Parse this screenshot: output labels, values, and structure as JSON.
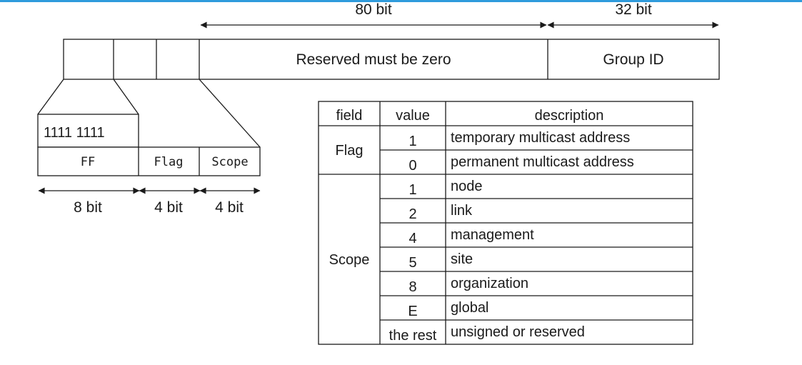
{
  "header_bits": {
    "reserved_width": "80 bit",
    "group_width": "32 bit"
  },
  "address_fields": {
    "reserved": "Reserved must be zero",
    "group_id": "Group ID"
  },
  "prefix": {
    "binary": "1111 1111",
    "ff_label": "FF",
    "flag_label": "Flag",
    "scope_label": "Scope",
    "ff_width": "8 bit",
    "flag_width": "4 bit",
    "scope_width": "4 bit"
  },
  "table": {
    "headers": {
      "field": "field",
      "value": "value",
      "description": "description"
    },
    "groups": [
      {
        "field": "Flag",
        "rows": [
          {
            "value": "1",
            "description": "temporary multicast address"
          },
          {
            "value": "0",
            "description": "permanent multicast address"
          }
        ]
      },
      {
        "field": "Scope",
        "rows": [
          {
            "value": "1",
            "description": "node"
          },
          {
            "value": "2",
            "description": "link"
          },
          {
            "value": "4",
            "description": "management"
          },
          {
            "value": "5",
            "description": "site"
          },
          {
            "value": "8",
            "description": "organization"
          },
          {
            "value": "E",
            "description": "global"
          },
          {
            "value": "the rest",
            "description": "unsigned or reserved"
          }
        ]
      }
    ]
  }
}
